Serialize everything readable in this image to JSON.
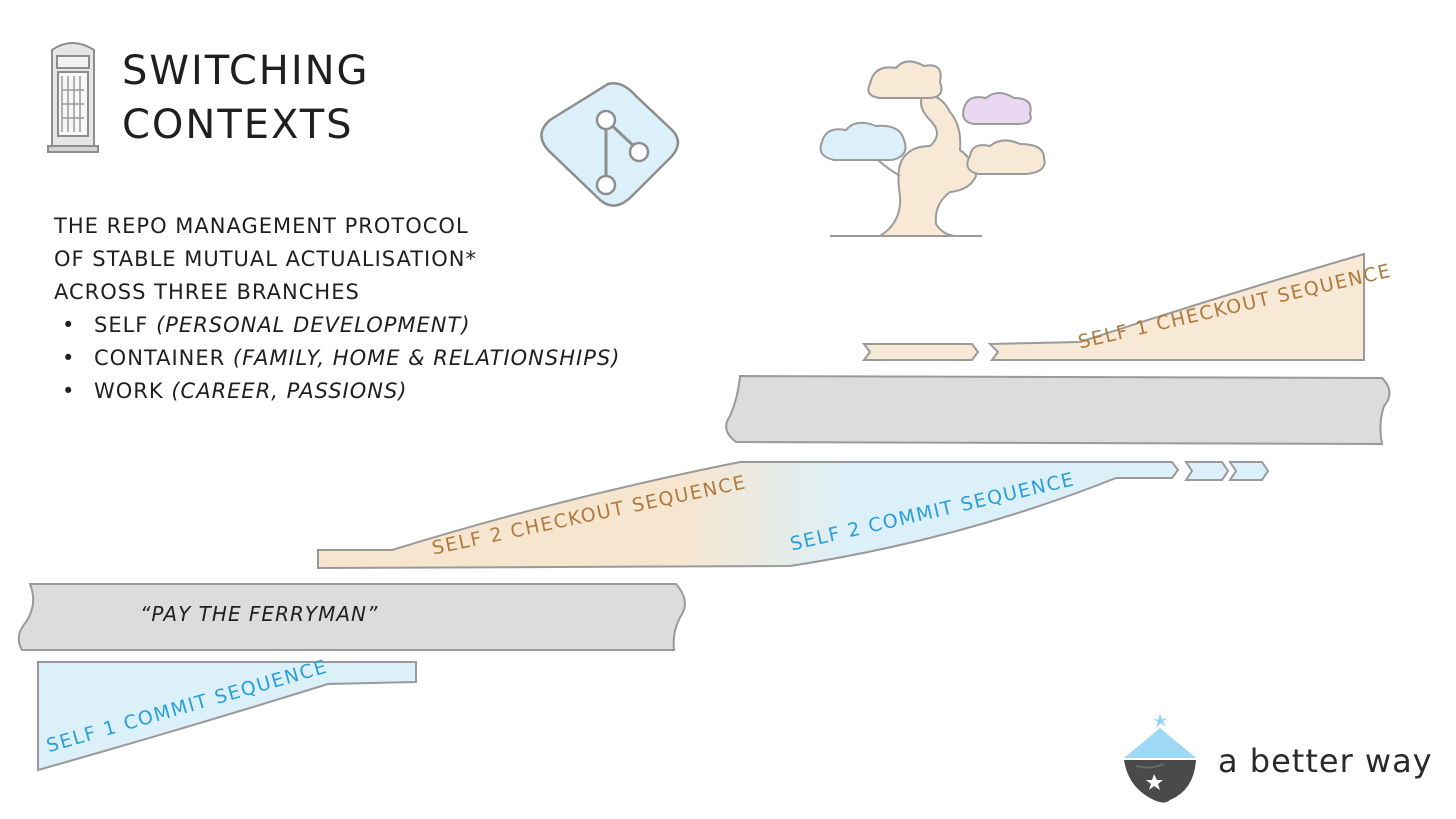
{
  "title": {
    "line1": "SWITCHING",
    "line2": "CONTEXTS"
  },
  "description": {
    "lines": [
      "THE REPO MANAGEMENT PROTOCOL",
      "OF STABLE MUTUAL ACTUALISATION*",
      "ACROSS THREE BRANCHES"
    ],
    "bullets": [
      {
        "label": "SELF",
        "note": "(PERSONAL DEVELOPMENT)"
      },
      {
        "label": "CONTAINER",
        "note": "(FAMILY, HOME & RELATIONSHIPS)"
      },
      {
        "label": "WORK",
        "note": "(CAREER, PASSIONS)"
      }
    ]
  },
  "labels": {
    "self1_checkout": "SELF 1 CHECKOUT SEQUENCE",
    "self2_checkout": "SELF 2 CHECKOUT SEQUENCE",
    "self2_commit": "SELF 2 COMMIT SEQUENCE",
    "self1_commit": "SELF 1 COMMIT SEQUENCE",
    "ferryman": "“PAY THE FERRYMAN”"
  },
  "brand": "a better way",
  "icons": [
    "phone-box-icon",
    "git-branch-icon",
    "bonsai-tree-icon",
    "mountain-logo-icon"
  ],
  "colors": {
    "orange_fill": "#f7e9d6",
    "blue_fill": "#dcf0fa",
    "grey_fill": "#dcdcdc",
    "outline": "#9a9a9a",
    "orange_text": "#b07a3e",
    "blue_text": "#2a9fd8"
  }
}
